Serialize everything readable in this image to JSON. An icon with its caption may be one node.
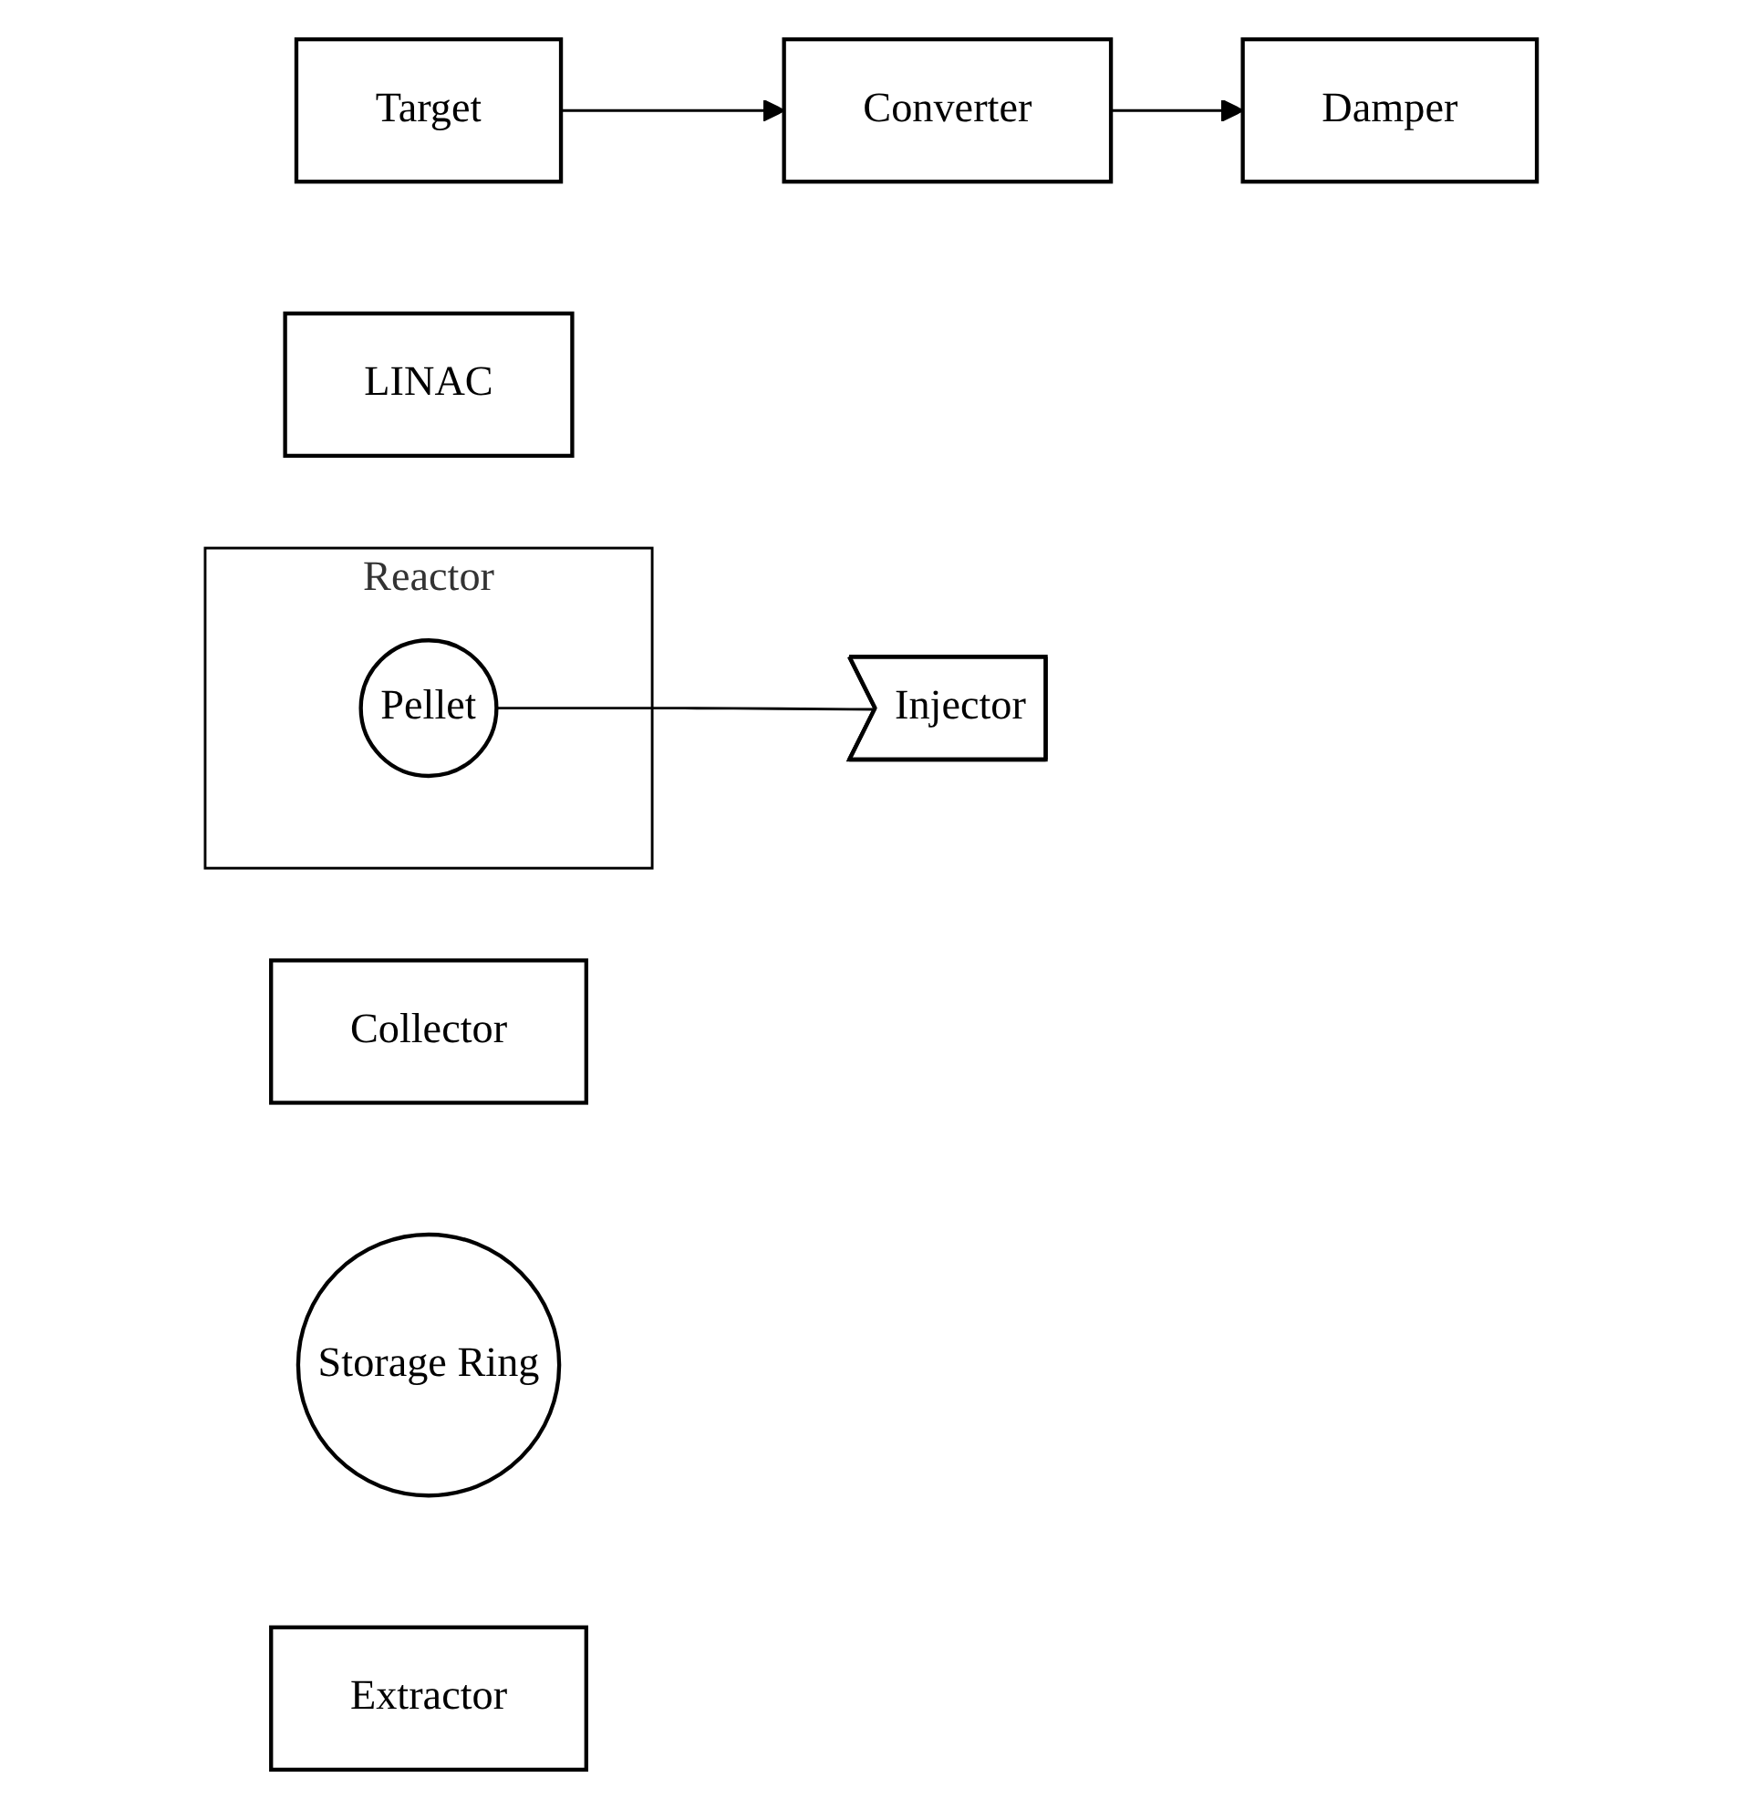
{
  "diagram": {
    "nodes": [
      {
        "text": [
          "LINAC"
        ]
      },
      {
        "text": [
          "Target"
        ]
      },
      {
        "text": [
          "Converter"
        ]
      },
      {
        "text": [
          "Damper"
        ]
      },
      {
        "text": [
          "Collector"
        ]
      },
      {
        "text": [
          "Storage Ring"
        ]
      },
      {
        "text": [
          "Extractor"
        ]
      },
      {
        "text": [
          "Injector"
        ]
      },
      {
        "text": [
          "Reactor"
        ]
      },
      {
        "text": [
          "Pellet"
        ],
        "in": 8
      }
    ],
    "edges": [
      {
        "from": 1,
        "to": 2,
        "arrow": "to"
      },
      {
        "from": 2,
        "to": 3,
        "arrow": "to"
      },
      {
        "from": 9,
        "to": 7,
        "arrow": "none"
      }
    ]
  }
}
